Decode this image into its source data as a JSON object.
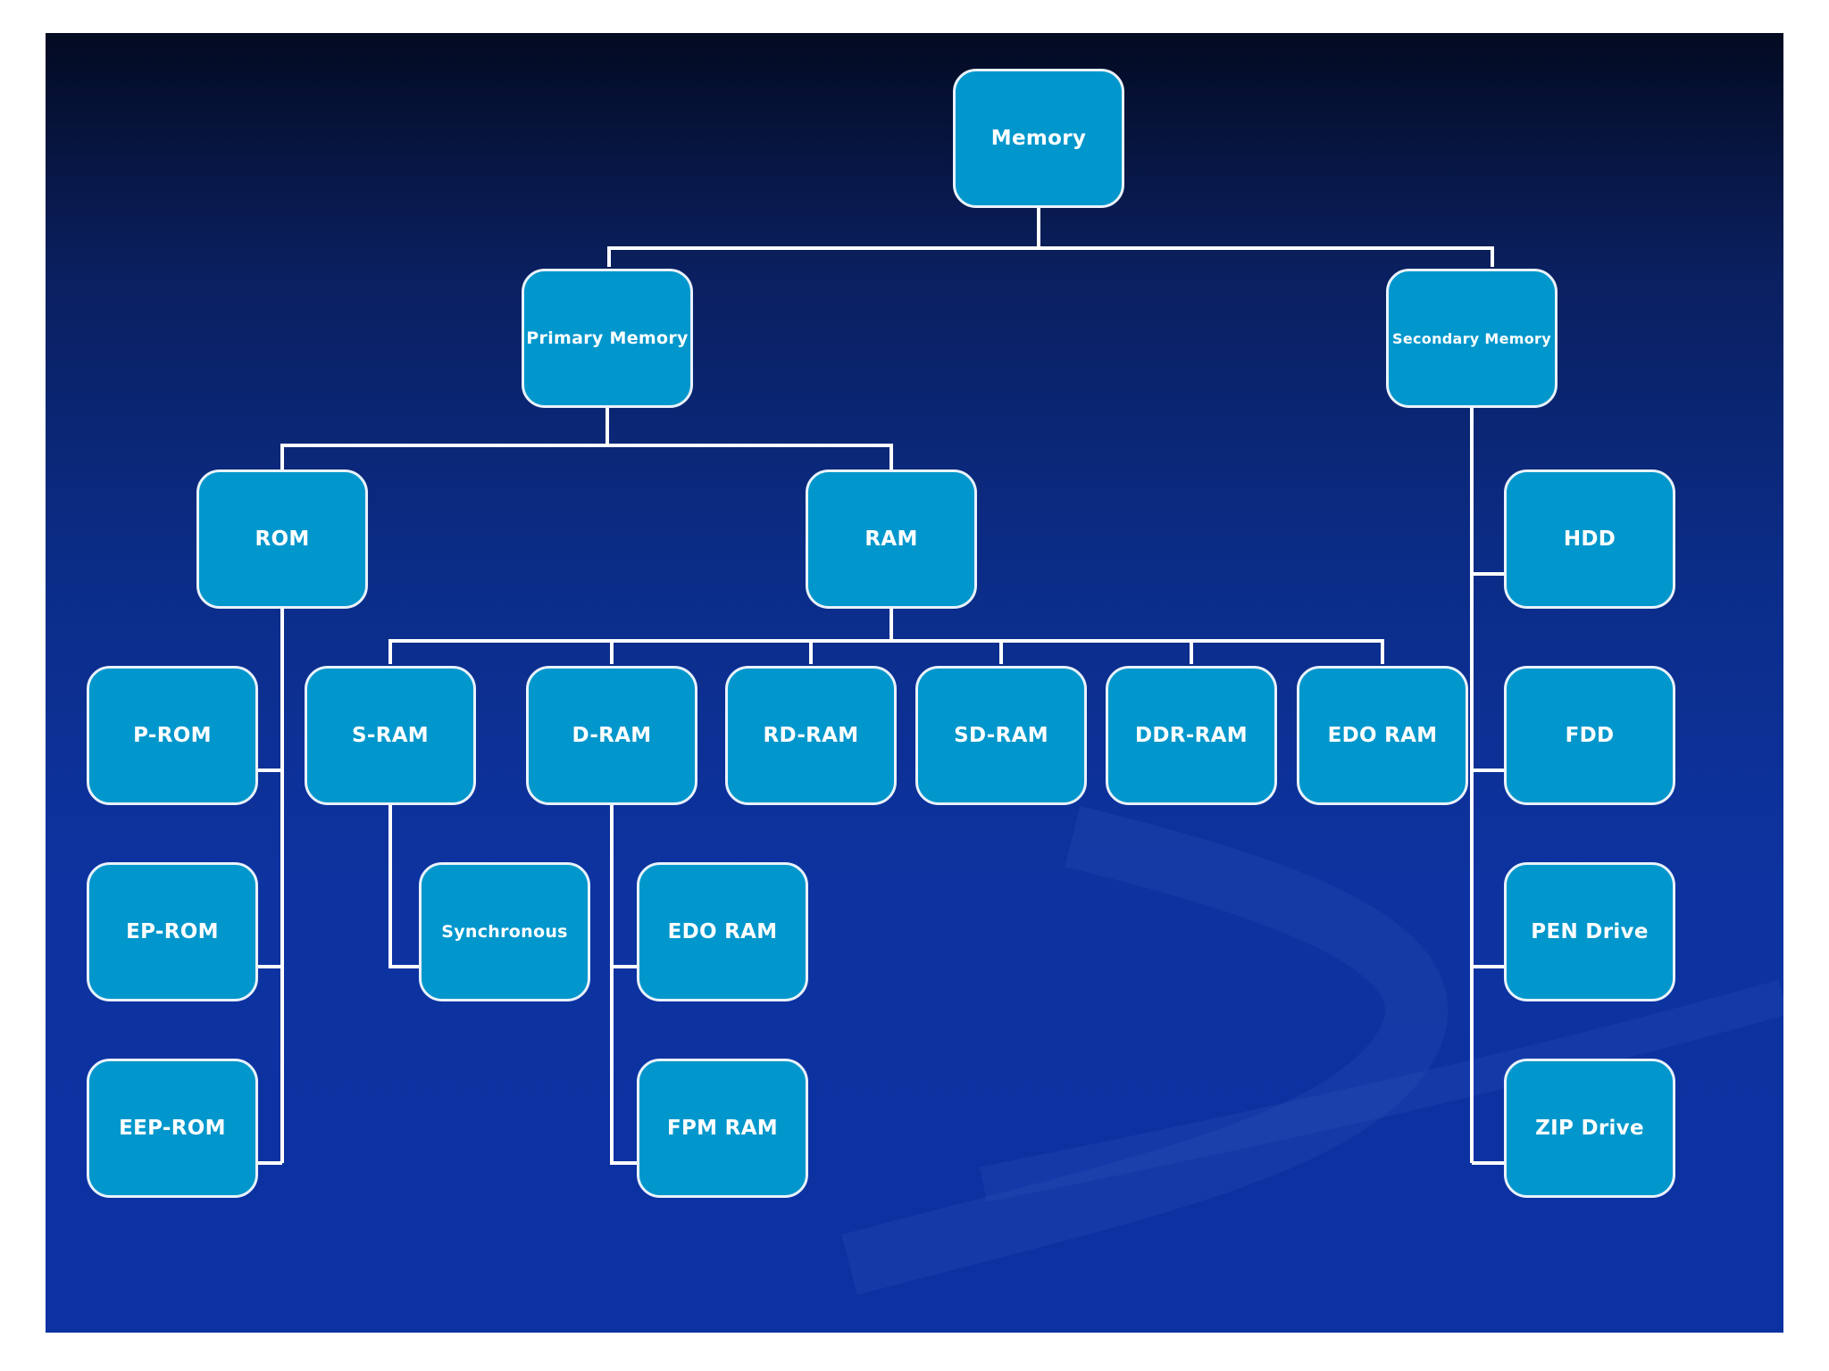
{
  "diagram": {
    "type": "tree",
    "root": "Memory",
    "nodes": {
      "memory": "Memory",
      "primary": "Primary Memory",
      "secondary": "Secondary Memory",
      "rom": "ROM",
      "ram": "RAM",
      "prom": "P-ROM",
      "eprom": "EP-ROM",
      "eeprom": "EEP-ROM",
      "sram": "S-RAM",
      "dram": "D-RAM",
      "rdram": "RD-RAM",
      "sdram": "SD-RAM",
      "ddrram": "DDR-RAM",
      "edoram_top": "EDO RAM",
      "synchronous": "Synchronous",
      "edoram_sub": "EDO RAM",
      "fpmram": "FPM RAM",
      "hdd": "HDD",
      "fdd": "FDD",
      "pen": "PEN Drive",
      "zip": "ZIP Drive"
    },
    "edges": [
      [
        "Memory",
        "Primary Memory"
      ],
      [
        "Memory",
        "Secondary Memory"
      ],
      [
        "Primary Memory",
        "ROM"
      ],
      [
        "Primary Memory",
        "RAM"
      ],
      [
        "ROM",
        "P-ROM"
      ],
      [
        "ROM",
        "EP-ROM"
      ],
      [
        "ROM",
        "EEP-ROM"
      ],
      [
        "RAM",
        "S-RAM"
      ],
      [
        "RAM",
        "D-RAM"
      ],
      [
        "RAM",
        "RD-RAM"
      ],
      [
        "RAM",
        "SD-RAM"
      ],
      [
        "RAM",
        "DDR-RAM"
      ],
      [
        "RAM",
        "EDO RAM"
      ],
      [
        "S-RAM",
        "Synchronous"
      ],
      [
        "D-RAM",
        "EDO RAM"
      ],
      [
        "D-RAM",
        "FPM RAM"
      ],
      [
        "Secondary Memory",
        "HDD"
      ],
      [
        "Secondary Memory",
        "FDD"
      ],
      [
        "Secondary Memory",
        "PEN Drive"
      ],
      [
        "Secondary Memory",
        "ZIP Drive"
      ]
    ]
  },
  "colors": {
    "node_fill": "#0197cc",
    "node_border": "#e9f2fb",
    "connector": "#ffffff",
    "background_top": "#030b22",
    "background_bottom": "#0c32a2"
  }
}
